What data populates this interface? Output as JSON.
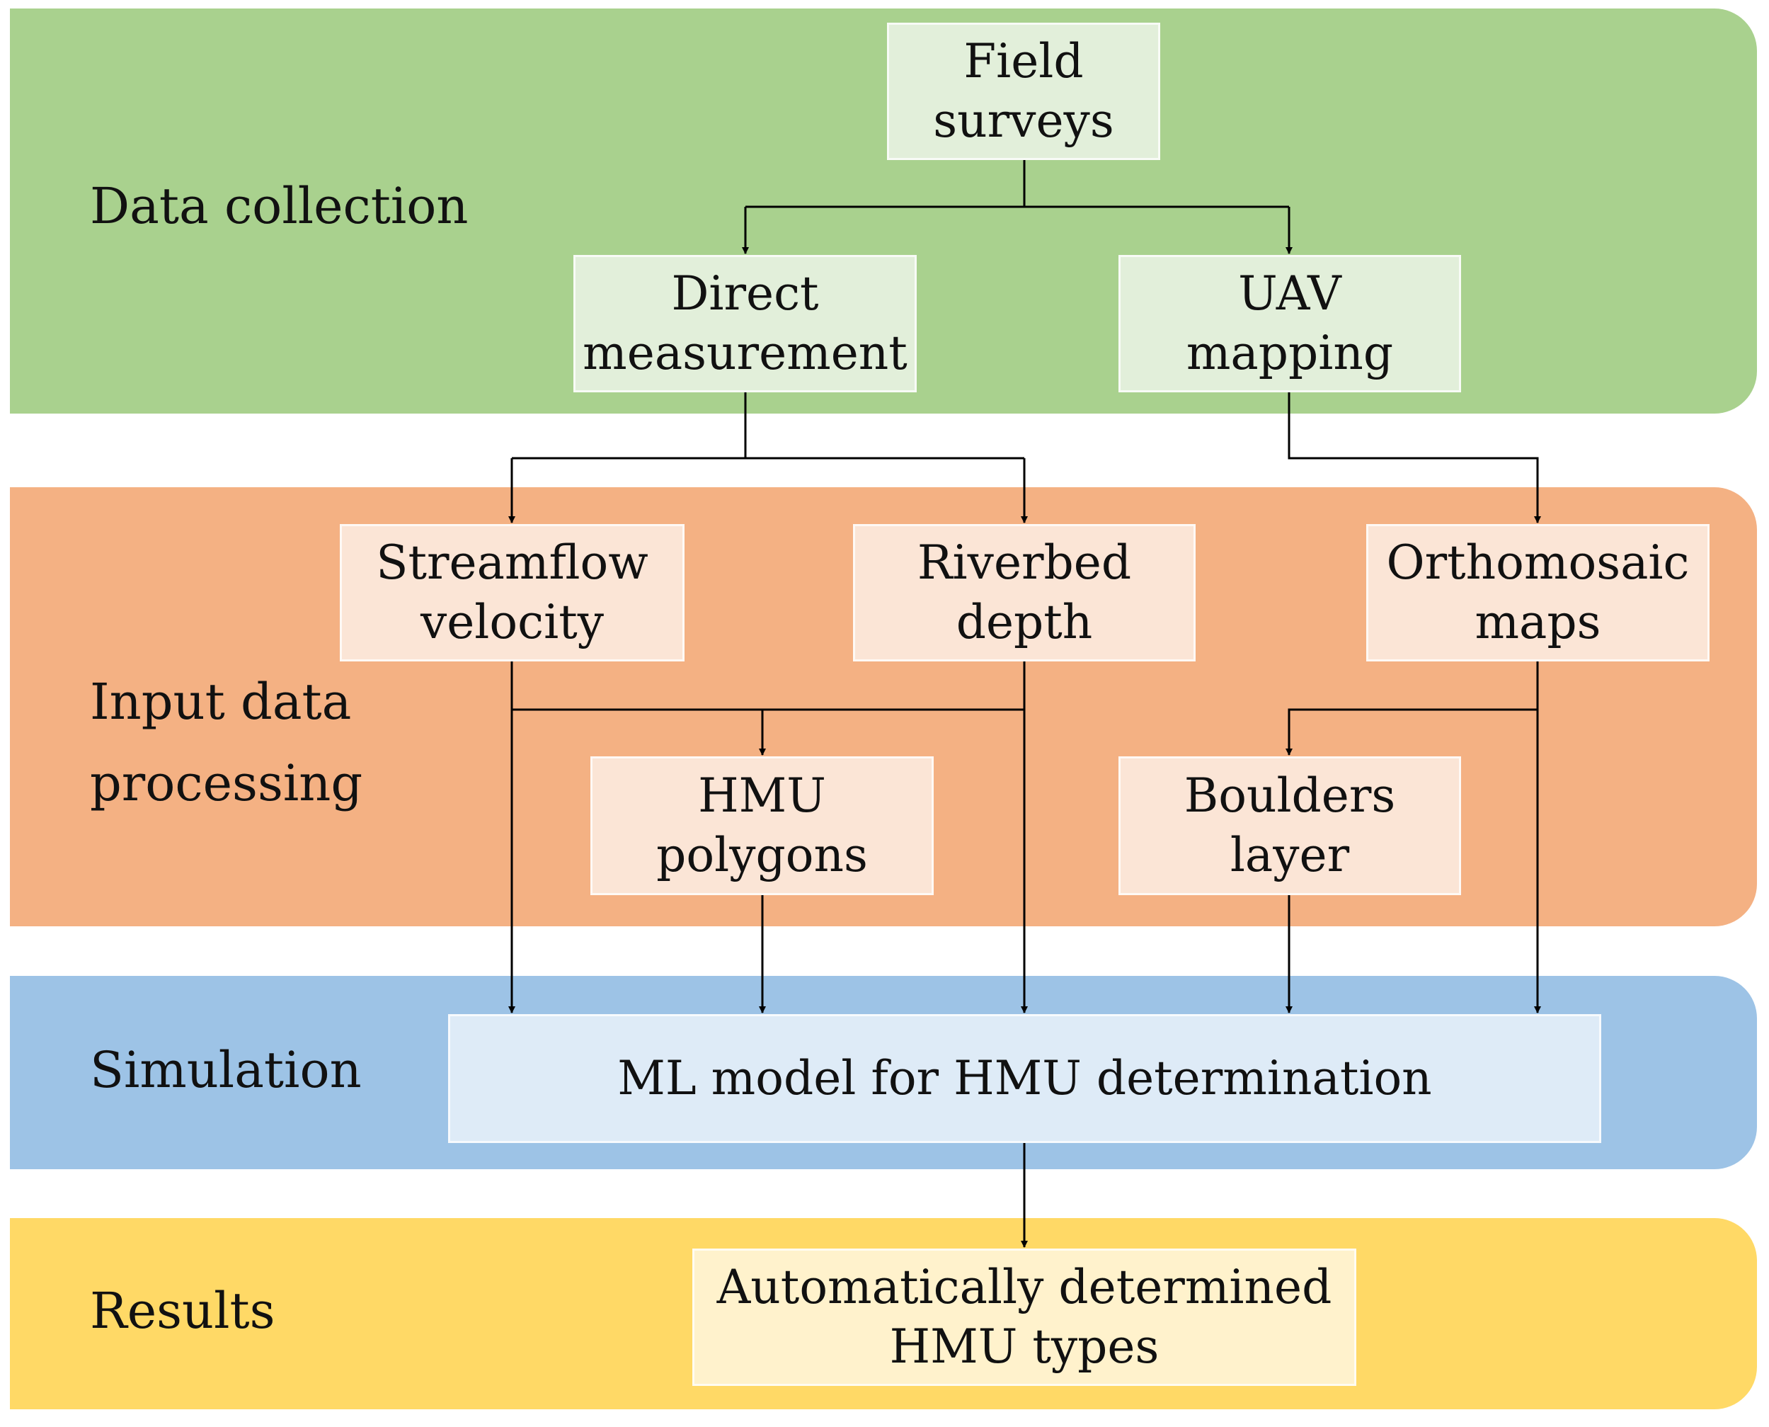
{
  "colors": {
    "data_collection_band": "#A9D18E",
    "data_collection_box": "#E2EFDA",
    "input_processing_band": "#F4B183",
    "input_processing_box": "#FBE5D6",
    "simulation_band": "#9DC3E6",
    "simulation_box": "#DEEBF7",
    "results_band": "#FFD966",
    "results_box": "#FFF2CC",
    "arrow": "#000000"
  },
  "stages": {
    "data_collection": "Data collection",
    "input_processing_line1": "Input data",
    "input_processing_line2": "processing",
    "simulation": "Simulation",
    "results": "Results"
  },
  "nodes": {
    "field_surveys": [
      "Field",
      "surveys"
    ],
    "direct_measurement": [
      "Direct",
      "measurement"
    ],
    "uav_mapping": [
      "UAV",
      "mapping"
    ],
    "streamflow_velocity": [
      "Streamflow",
      "velocity"
    ],
    "riverbed_depth": [
      "Riverbed",
      "depth"
    ],
    "orthomosaic_maps": [
      "Orthomosaic",
      "maps"
    ],
    "hmu_polygons": [
      "HMU",
      "polygons"
    ],
    "boulders_layer": [
      "Boulders",
      "layer"
    ],
    "ml_model": "ML model for HMU determination",
    "hmu_types": [
      "Automatically determined",
      "HMU types"
    ]
  }
}
